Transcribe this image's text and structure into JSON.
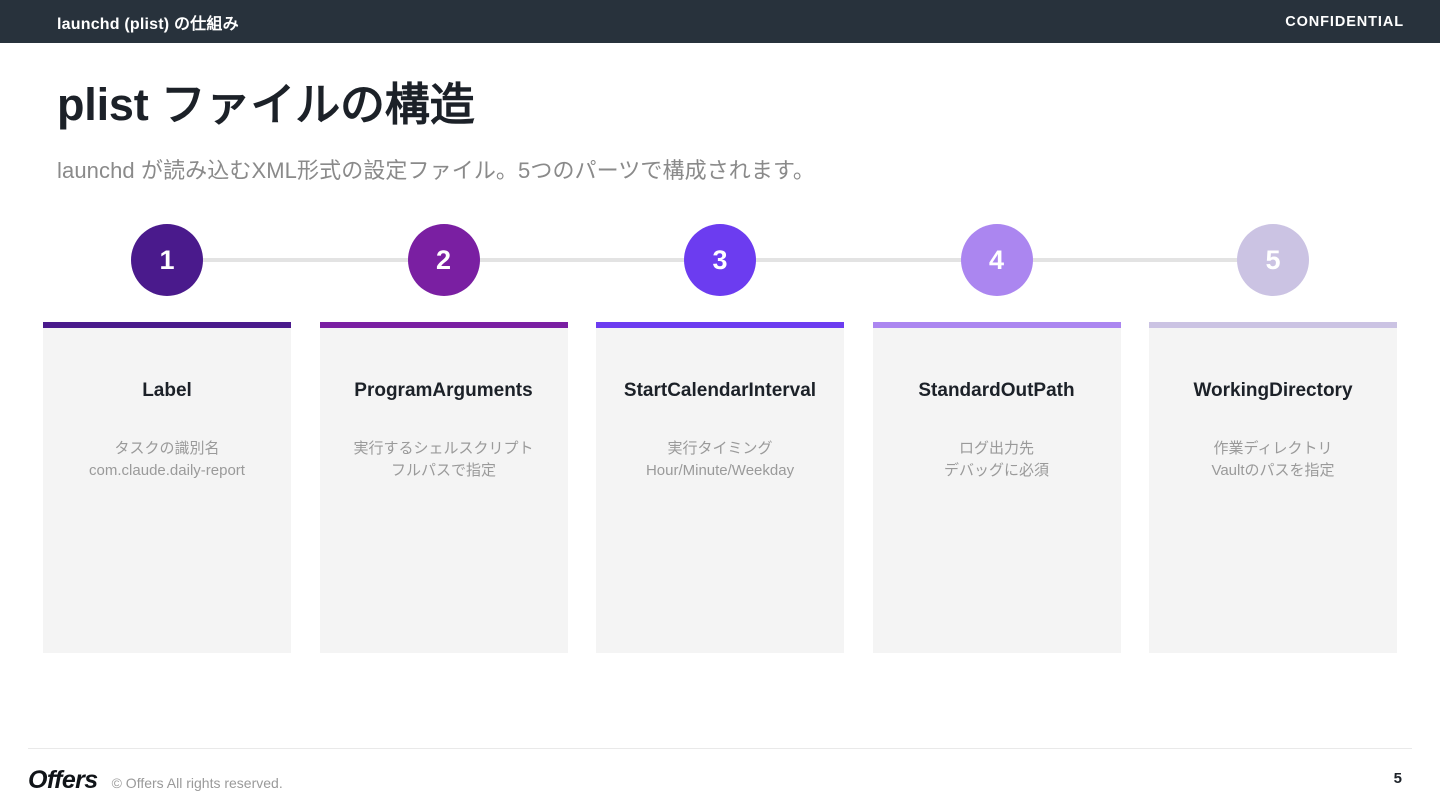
{
  "header": {
    "title": "launchd (plist) の仕組み",
    "badge": "CONFIDENTIAL",
    "background_color": "#28323c"
  },
  "heading": {
    "title": "plist ファイルの構造",
    "subtitle": "launchd が読み込むXML形式の設定ファイル。5つのパーツで構成されます。"
  },
  "timeline": {
    "track_color": "#e3e3e3",
    "steps": [
      {
        "number": "1",
        "color": "#4a1a8c"
      },
      {
        "number": "2",
        "color": "#7a1fa2"
      },
      {
        "number": "3",
        "color": "#6c3cf0"
      },
      {
        "number": "4",
        "color": "#ab86f0"
      },
      {
        "number": "5",
        "color": "#cbc3e3"
      }
    ]
  },
  "cards": [
    {
      "title": "Label",
      "description": "タスクの識別名\ncom.claude.daily-report",
      "accent_color": "#4a1a8c"
    },
    {
      "title": "ProgramArguments",
      "description": "実行するシェルスクリプト\nフルパスで指定",
      "accent_color": "#7a1fa2"
    },
    {
      "title": "StartCalendarInterval",
      "description": "実行タイミング\nHour/Minute/Weekday",
      "accent_color": "#6c3cf0"
    },
    {
      "title": "StandardOutPath",
      "description": "ログ出力先\nデバッグに必須",
      "accent_color": "#ab86f0"
    },
    {
      "title": "WorkingDirectory",
      "description": "作業ディレクトリ\nVaultのパスを指定",
      "accent_color": "#cbc3e3"
    }
  ],
  "footer": {
    "logo": "Offers",
    "copyright": "© Offers All rights reserved.",
    "page_number": "5"
  }
}
